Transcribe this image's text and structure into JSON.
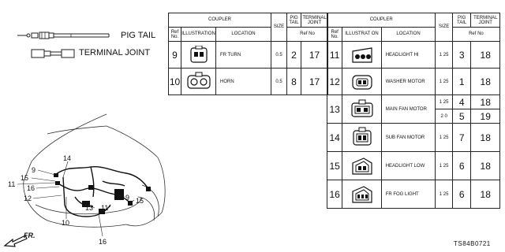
{
  "legend": {
    "pig_tail": "PIG TAIL",
    "terminal_joint": "TERMINAL JOINT"
  },
  "headers": {
    "coupler": "COUPLER",
    "ref_no": "Ref No.",
    "illustration_left": "ILLUSTRATION",
    "illustration_right": "ILLUSTRAT ON",
    "location": "LOCATION",
    "size": "SIZE",
    "pig_tail": "PIG TAIL",
    "terminal_joint": "TERMINAL JOINT",
    "ref_no_span": "Ref No"
  },
  "left_rows": [
    {
      "ref": "9",
      "location": "FR TURN",
      "size": "0.5",
      "pig": "2",
      "term": "17"
    },
    {
      "ref": "10",
      "location": "HORN",
      "size": "0.5",
      "pig": "8",
      "term": "17"
    }
  ],
  "right_rows": [
    {
      "ref": "11",
      "location": "HEADLIGHT HI",
      "size": "1 25",
      "pig": "3",
      "term": "18"
    },
    {
      "ref": "12",
      "location": "WASHER MOTOR",
      "size": "1 25",
      "pig": "1",
      "term": "18"
    },
    {
      "ref": "13",
      "location": "MAIN FAN MOTOR",
      "size": "1 25",
      "pig": "4",
      "term": "18",
      "size2": "2 0",
      "pig2": "5",
      "term2": "19"
    },
    {
      "ref": "14",
      "location": "SUB FAN MOTOR",
      "size": "1 25",
      "pig": "7",
      "term": "18"
    },
    {
      "ref": "15",
      "location": "HEADLIGHT LOW",
      "size": "1 25",
      "pig": "6",
      "term": "18"
    },
    {
      "ref": "16",
      "location": "FR FOG LIGHT",
      "size": "1 25",
      "pig": "6",
      "term": "18"
    }
  ],
  "callouts": {
    "c14": "14",
    "c9a": "9",
    "c15a": "15",
    "c11a": "11",
    "c16a": "16",
    "c12": "12",
    "c10": "10",
    "c13": "13",
    "c11b": "11",
    "c9b": "9",
    "c15b": "15",
    "c16b": "16"
  },
  "fr_label": "FR.",
  "part_code": "TS84B0721"
}
